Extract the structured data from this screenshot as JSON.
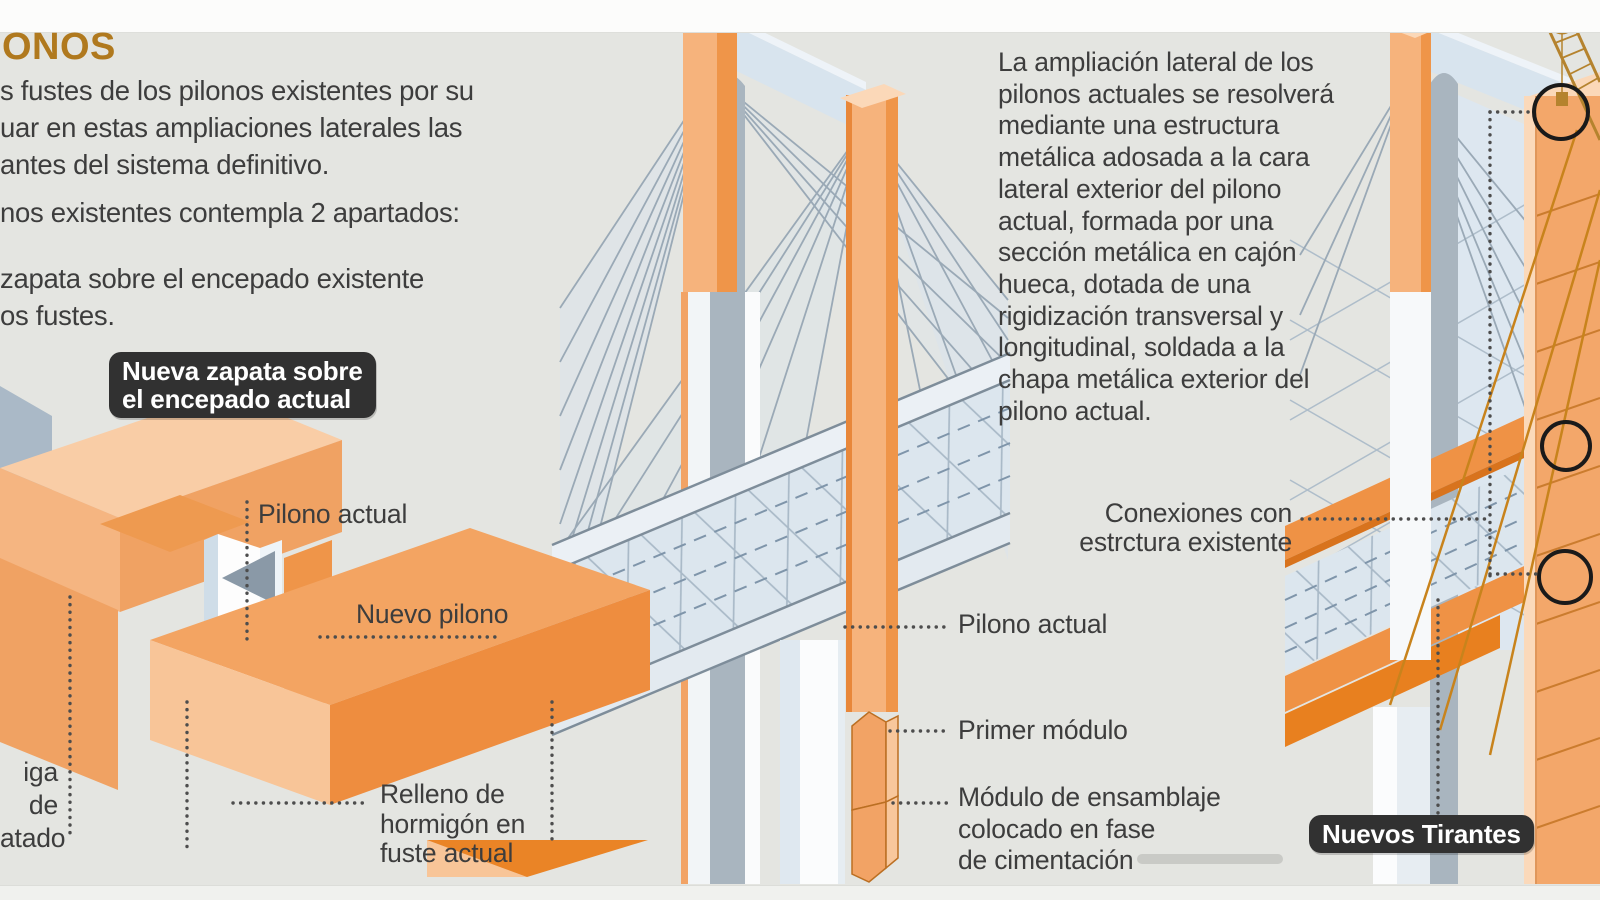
{
  "header": {
    "title_fragment": "ONOS"
  },
  "left_column": {
    "intro": "s fustes de los pilonos existentes por su\nuar en estas ampliaciones laterales las\nantes del sistema definitivo.",
    "apartados": "nos existentes contempla 2 apartados:",
    "zapata_nota": "zapata sobre el encepado existente\nos fustes."
  },
  "badges": {
    "nueva_zapata": "Nueva zapata sobre\nel encepado actual",
    "nuevos_tirantes": "Nuevos Tirantes"
  },
  "foundation_diagram": {
    "labels": {
      "pilono_actual": "Pilono actual",
      "nuevo_pilono": "Nuevo pilono",
      "viga_de_atado_fragment": "iga de\natado",
      "relleno": "Relleno de\nhormigón en\nfuste actual"
    }
  },
  "pylon_diagram": {
    "labels": {
      "pilono_actual": "Pilono actual",
      "primer_modulo": "Primer módulo",
      "modulo_ensamblaje": "Módulo de ensamblaje\ncolocado en fase\nde cimentación"
    }
  },
  "ampliacion_panel": {
    "paragraph": "La ampliación lateral de los\npilonos actuales se resolverá\nmediante una estructura\nmetálica adosada a la cara\nlateral exterior del pilono\nactual, formada por una\nsección metálica en cajón\nhueca, dotada de una\nrigidización transversal y\nlongitudinal, soldada a la\nchapa metálica exterior del\npilono actual.",
    "conexiones": "Conexiones con\nestrctura existente"
  },
  "colors": {
    "background": "#e4e5e1",
    "title_gold": "#b0791e",
    "text": "#3d3d3d",
    "badge_bg": "#313131",
    "badge_text": "#ffffff",
    "orange_light": "#fbd8b8",
    "orange_mid": "#f6b37c",
    "orange_deep": "#ef9245",
    "orange_dark": "#e8801f",
    "steel_gray": "#a9b5bf",
    "deck_blue": "#dce6ee",
    "cable_gray": "#9aa9b6",
    "tirante_orange": "#c8831c",
    "leader_dot": "#4d4d4d"
  }
}
